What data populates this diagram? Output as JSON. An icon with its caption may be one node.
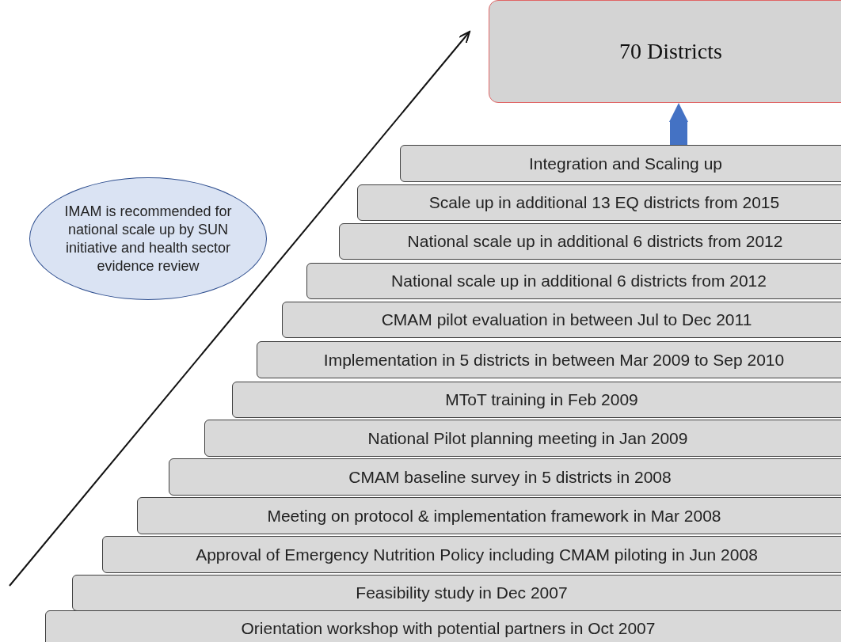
{
  "diagram": {
    "nodes": [
      {
        "text": [
          "70 Districts"
        ]
      },
      {
        "text": [
          "IMAM is recommended for national scale up by SUN initiative and health sector evidence review"
        ]
      },
      {
        "text": [
          "Integration and Scaling up"
        ]
      },
      {
        "text": [
          "Scale up in additional 13 EQ districts from 2015"
        ]
      },
      {
        "text": [
          "National scale up in additional 6 districts from 2012"
        ]
      },
      {
        "text": [
          "National scale up in additional 6 districts from 2012"
        ]
      },
      {
        "text": [
          "CMAM pilot evaluation in between Jul to Dec 2011"
        ]
      },
      {
        "text": [
          "Implementation in 5 districts in between Mar 2009 to Sep 2010"
        ]
      },
      {
        "text": [
          "MToT training in Feb 2009"
        ]
      },
      {
        "text": [
          "National Pilot planning meeting in Jan 2009"
        ]
      },
      {
        "text": [
          "CMAM baseline survey in 5 districts in 2008"
        ]
      },
      {
        "text": [
          "Meeting on protocol & implementation framework in Mar 2008"
        ]
      },
      {
        "text": [
          "Approval of Emergency Nutrition Policy including CMAM piloting in Jun 2008"
        ]
      },
      {
        "text": [
          "Feasibility study in Dec 2007"
        ]
      },
      {
        "text": [
          "Orientation workshop with potential partners in Oct 2007"
        ]
      }
    ],
    "edges": [
      {
        "from": 2,
        "to": 0,
        "arrow": "to"
      }
    ]
  }
}
